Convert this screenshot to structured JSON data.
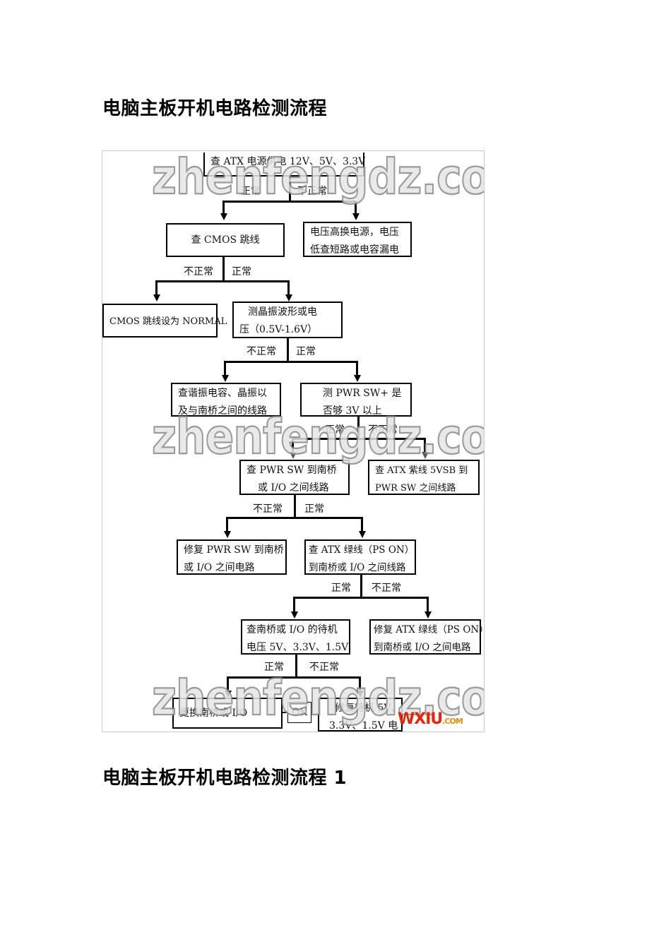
{
  "title": "电脑主板开机电路检测流程",
  "title_2": "电脑主板开机电路检测流程 1",
  "watermark": "zhenfengdz.com",
  "logo": {
    "main": "WXIU",
    "suffix": ".COM"
  },
  "flow": {
    "n1": "查 ATX 电源供电 12V、5V、3.3V",
    "n2": "查 CMOS 跳线",
    "n3": [
      "电压高换电源，电压",
      "低查短路或电容漏电"
    ],
    "n4": "CMOS 跳线设为 NORMAL",
    "n5": [
      "测晶振波形或电",
      "压（0.5V-1.6V）"
    ],
    "n6": [
      "查谐振电容、晶振以",
      "及与南桥之间的线路"
    ],
    "n7": [
      "测 PWR SW+ 是",
      "否够 3V 以上"
    ],
    "n8": [
      "查 PWR SW 到南桥",
      "或 I/O 之间线路"
    ],
    "n9": [
      "查 ATX 紫线 5VSB 到",
      "PWR SW 之间线路"
    ],
    "n10": [
      "修复 PWR SW 到南桥",
      "或 I/O 之间电路"
    ],
    "n11": [
      "查 ATX 绿线（PS ON）",
      "到南桥或 I/O 之间线路"
    ],
    "n12": [
      "查南桥或 I/O 的待机",
      "电压 5V、3.3V、1.5V"
    ],
    "n13": [
      "修复 ATX 绿线（PS ON）",
      "到南桥或 I/O 之间电路"
    ],
    "n14": "更换南桥或 I/O",
    "n15": "OK",
    "n16": [
      "修复待机 5V、",
      "3.3V、1.5V 电"
    ]
  },
  "labels": {
    "normal": "正常",
    "abnormal": "不正常"
  }
}
